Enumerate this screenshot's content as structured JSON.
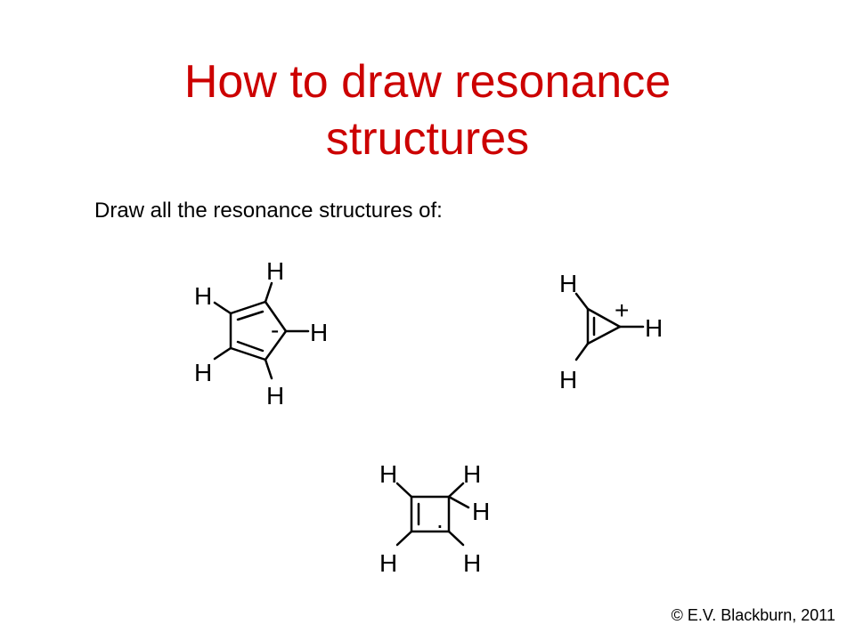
{
  "slide": {
    "title_line1": "How to draw resonance",
    "title_line2": "structures",
    "instruction": "Draw all the resonance structures of:",
    "copyright": "© E.V. Blackburn, 2011"
  },
  "colors": {
    "title": "#cc0000",
    "text": "#000000",
    "background": "#ffffff"
  },
  "molecules": {
    "cyclopentadienyl_anion": {
      "h_label": "H",
      "charge": "-"
    },
    "cyclopropenyl_cation": {
      "h_label": "H",
      "charge": "+"
    },
    "cyclobutenyl_radical": {
      "h_label": "H",
      "radical_dot": "."
    }
  }
}
